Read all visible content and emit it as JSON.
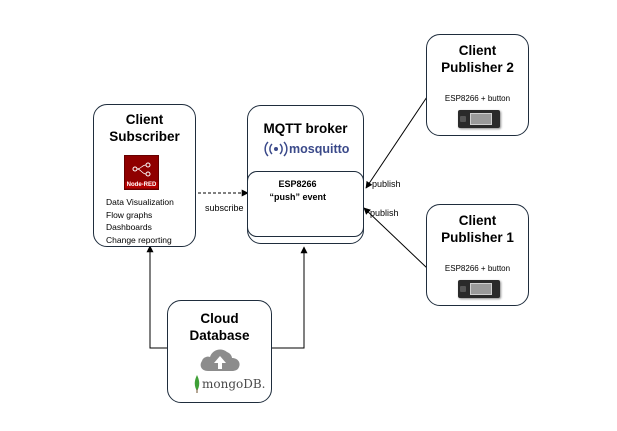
{
  "subscriber": {
    "title_line1": "Client",
    "title_line2": "Subscriber",
    "nodered_label": "Node-RED",
    "features": [
      "Data Visualization",
      "Flow graphs",
      "Dashboards",
      "Change reporting"
    ]
  },
  "broker": {
    "title": "MQTT broker",
    "logo_text": "mosquitto",
    "inner_line1": "ESP8266",
    "inner_line2": "“push” event"
  },
  "publisher2": {
    "title_line1": "Client",
    "title_line2": "Publisher 2",
    "device": "ESP8266 + button"
  },
  "publisher1": {
    "title_line1": "Client",
    "title_line2": "Publisher 1",
    "device": "ESP8266 + button"
  },
  "database": {
    "title_line1": "Cloud",
    "title_line2": "Database",
    "logo_text": "mongoDB."
  },
  "edges": {
    "subscribe": "subscribe",
    "publish_top": "publish",
    "publish_bottom": "publish"
  },
  "colors": {
    "border": "#1f2d3d",
    "nodered": "#8f0000",
    "mosquitto": "#3b4a8a",
    "cloud": "#8c8c8c",
    "mongo_leaf": "#3fa037"
  }
}
